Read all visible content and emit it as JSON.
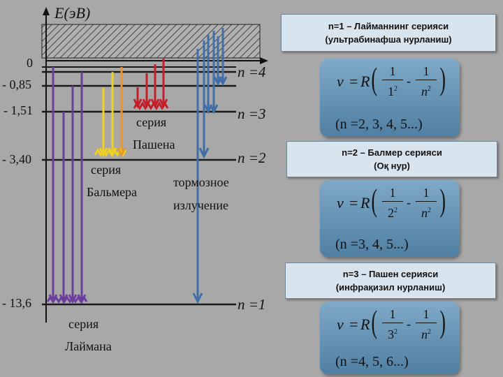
{
  "axis": {
    "y_label": "E(эВ)",
    "energy_ticks": [
      "0",
      "- 0,85",
      "- 1,51",
      "- 3,40",
      "- 13,6"
    ]
  },
  "levels": {
    "n4": "n =4",
    "n3": "n =3",
    "n2": "n =2",
    "n1": "n =1"
  },
  "series_labels": {
    "paschen": [
      "серия",
      "Пашена"
    ],
    "balmer": [
      "серия",
      "Бальмера"
    ],
    "lyman": [
      "серия",
      "Лаймана"
    ],
    "bremsstrahlung": [
      "тормозное",
      "излучение"
    ]
  },
  "cards": [
    {
      "line1": "n=1 – Лайманнинг серияси",
      "line2": "(ультрабинафша нурланиш)"
    },
    {
      "line1": "n=2 – Балмер серияси",
      "line2": "(Оқ нур)"
    },
    {
      "line1": "n=3 – Пашен серияси",
      "line2": "(инфрақизил нурланиш)"
    }
  ],
  "formulas": [
    {
      "nu": "ν",
      "eq": "=",
      "R": "R",
      "num1": "1",
      "den1": "1",
      "exp1": "2",
      "num2": "1",
      "den2": "n",
      "exp2": "2",
      "minus": "-",
      "cond": "(n =2, 3, 4, 5...)"
    },
    {
      "nu": "ν",
      "eq": "=",
      "R": "R",
      "num1": "1",
      "den1": "2",
      "exp1": "2",
      "num2": "1",
      "den2": "n",
      "exp2": "2",
      "minus": "-",
      "cond": "(n =3, 4, 5...)"
    },
    {
      "nu": "ν",
      "eq": "=",
      "R": "R",
      "num1": "1",
      "den1": "3",
      "exp1": "2",
      "num2": "1",
      "den2": "n",
      "exp2": "2",
      "minus": "-",
      "cond": "(n =4, 5, 6...)"
    }
  ],
  "colors": {
    "lyman": "#6a3fa0",
    "balmer_yellow": "#f0d020",
    "balmer_orange": "#e8962a",
    "paschen": "#c41e2a",
    "bremsstrahlung": "#3f6ea8",
    "level": "#1a1a1a"
  }
}
